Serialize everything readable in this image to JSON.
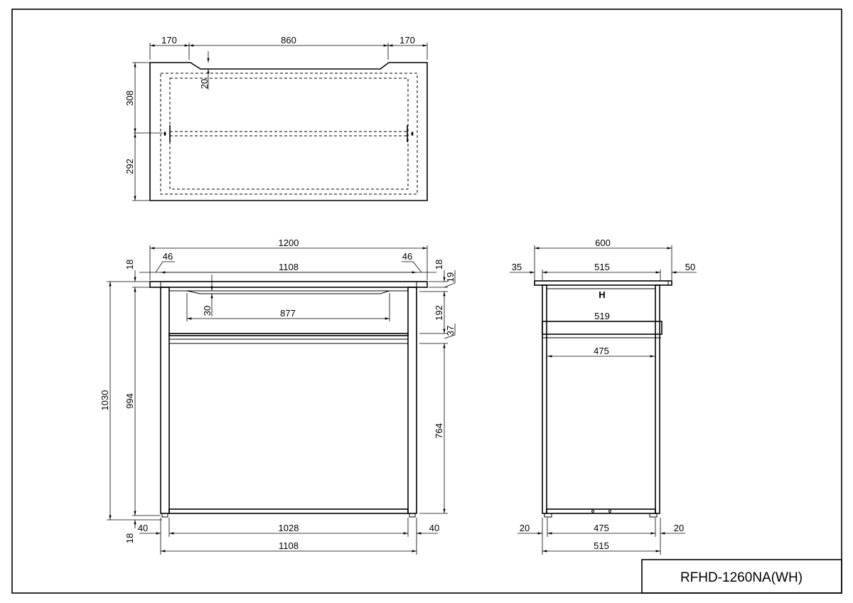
{
  "top_view": {
    "dims": {
      "left_overhang": "170",
      "notch_width": "860",
      "right_overhang": "170",
      "notch_depth": "20",
      "front_depth": "308",
      "rear_depth": "292"
    }
  },
  "front_view": {
    "dims": {
      "overall_width": "1200",
      "inset_left": "46",
      "inset_right": "46",
      "top_thickness_left": "18",
      "top_thickness_right": "18",
      "frame_width_top": "1108",
      "apron_height": "19",
      "notch_depth": "30",
      "notch_width": "877",
      "apron_to_shelf": "192",
      "shelf_height": "37",
      "overall_height": "1030",
      "leg_height": "994",
      "shelf_to_floor": "764",
      "foot_height": "18",
      "leg_left": "40",
      "leg_right": "40",
      "inner_width": "1028",
      "frame_width_bottom": "1108"
    }
  },
  "side_view": {
    "dims": {
      "overall_depth": "600",
      "front_overhang": "35",
      "rear_overhang": "50",
      "frame_depth_top": "515",
      "marker": "H",
      "shelf_depth": "519",
      "inner_depth_top": "475",
      "leg_left": "20",
      "leg_right": "20",
      "inner_depth_bottom": "475",
      "frame_depth_bottom": "515"
    }
  },
  "title_block": {
    "model": "RFHD-1260NA(WH)"
  }
}
